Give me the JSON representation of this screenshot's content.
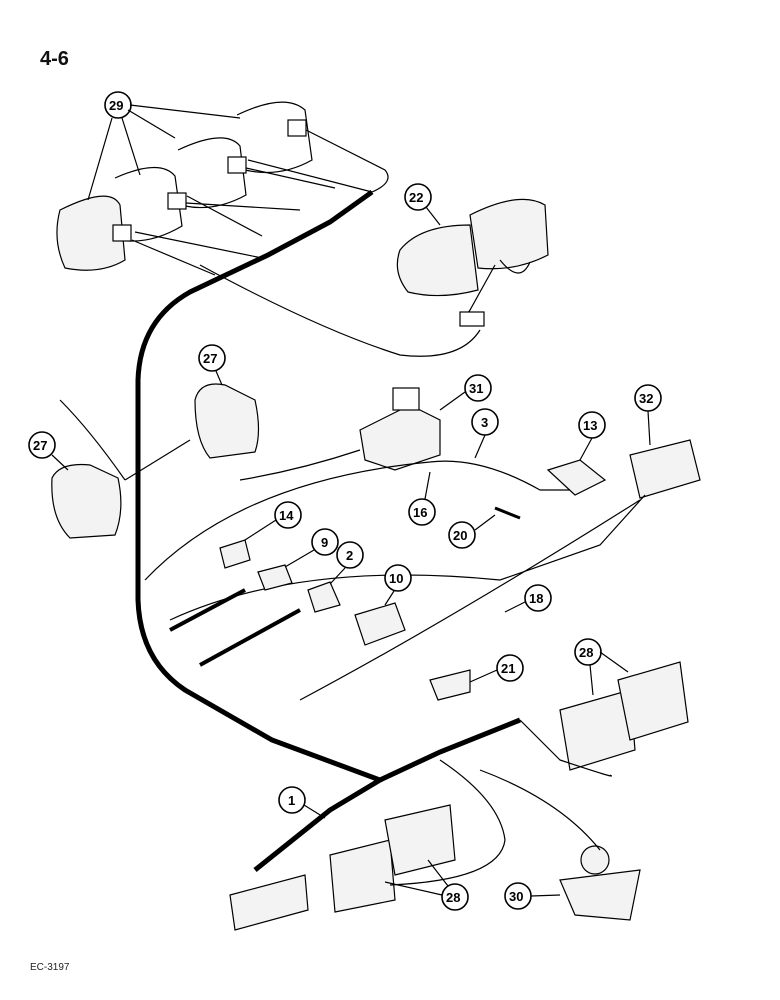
{
  "page": {
    "number": "4-6",
    "footer_code": "EC-3197"
  },
  "callouts": [
    {
      "id": "c29",
      "label": "29"
    },
    {
      "id": "c22",
      "label": "22"
    },
    {
      "id": "c27a",
      "label": "27"
    },
    {
      "id": "c31",
      "label": "31"
    },
    {
      "id": "c27b",
      "label": "27"
    },
    {
      "id": "c3",
      "label": "3"
    },
    {
      "id": "c13",
      "label": "13"
    },
    {
      "id": "c32",
      "label": "32"
    },
    {
      "id": "c16",
      "label": "16"
    },
    {
      "id": "c14",
      "label": "14"
    },
    {
      "id": "c20",
      "label": "20"
    },
    {
      "id": "c9",
      "label": "9"
    },
    {
      "id": "c2",
      "label": "2"
    },
    {
      "id": "c10",
      "label": "10"
    },
    {
      "id": "c18",
      "label": "18"
    },
    {
      "id": "c28a",
      "label": "28"
    },
    {
      "id": "c21",
      "label": "21"
    },
    {
      "id": "c1",
      "label": "1"
    },
    {
      "id": "c28b",
      "label": "28"
    },
    {
      "id": "c30",
      "label": "30"
    }
  ]
}
